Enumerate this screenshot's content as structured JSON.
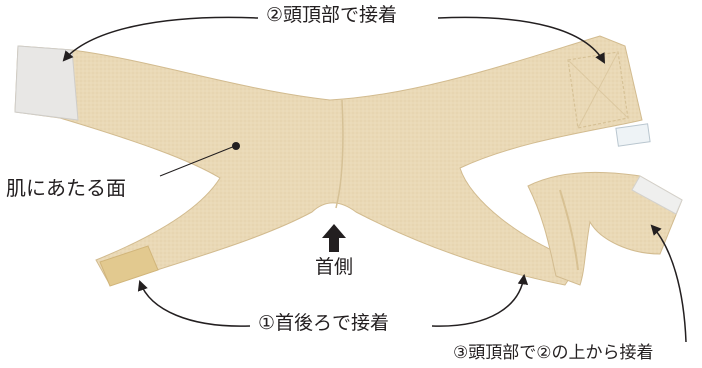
{
  "labels": {
    "top": "②頭頂部で接着",
    "skin_side": "肌にあたる面",
    "neck_side": "首側",
    "bottom": "①首後ろで接着",
    "right": "③頭頂部で②の上から接着"
  },
  "colors": {
    "fabric": "#ead9b6",
    "fabric_shade": "#dcc69c",
    "velcro": "#e7e6e4",
    "text": "#231f20",
    "background": "#ffffff"
  }
}
